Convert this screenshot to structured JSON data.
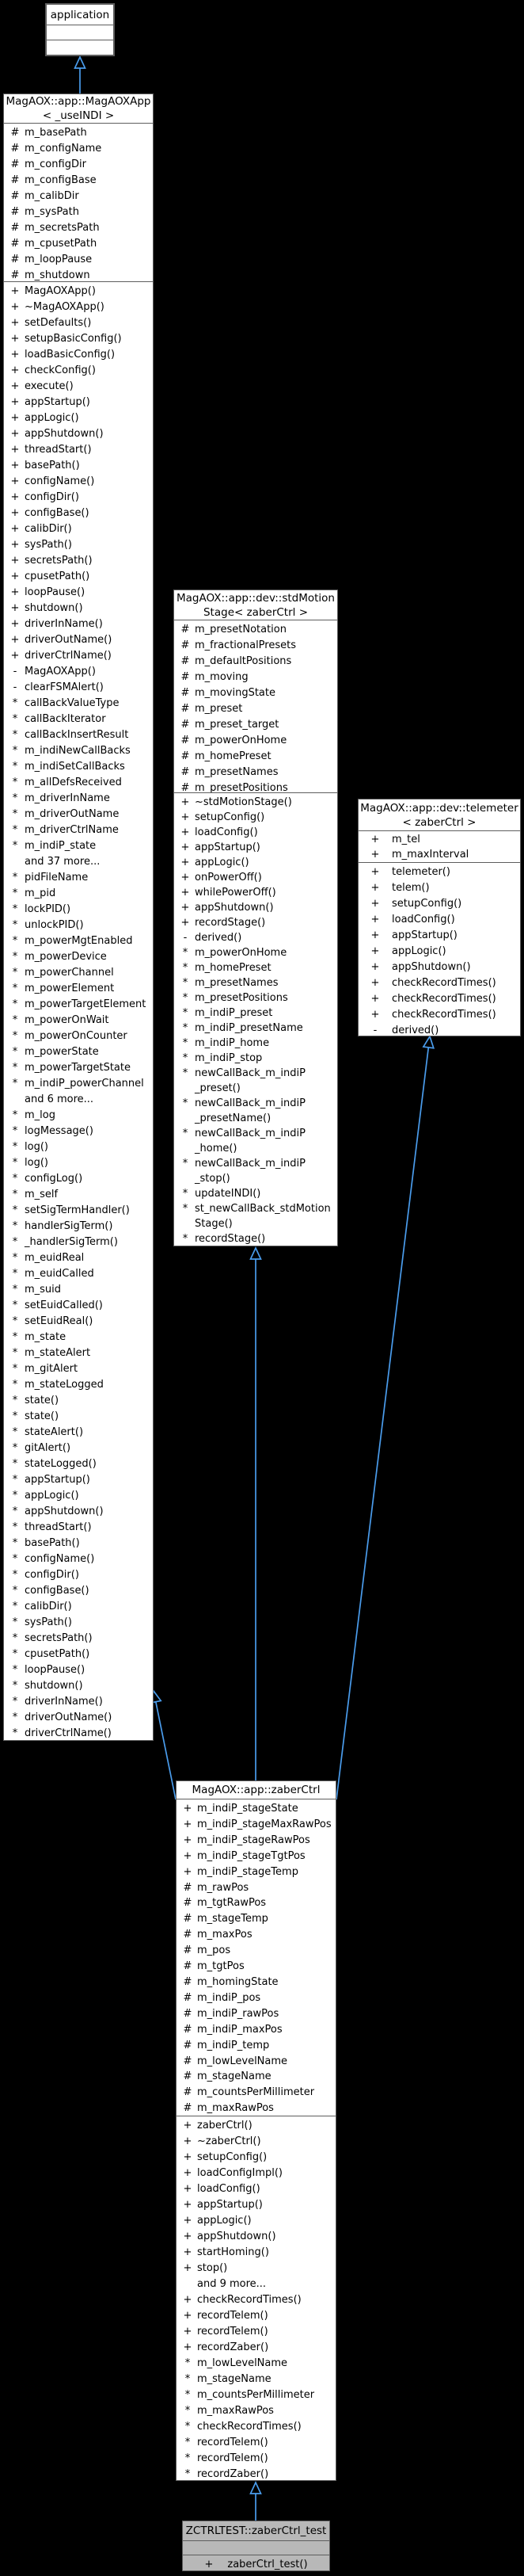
{
  "diagram": {
    "type": "uml-class-inheritance-graph",
    "colors": {
      "background": "#000000",
      "node_fill": "#ffffff",
      "node_border": "#5e5e5e",
      "gray_node_fill": "#b8b8b8",
      "arrow": "#4a9cec",
      "text": "#000000"
    },
    "edges": [
      {
        "from": "MagAOX::app::MagAOXApp< _useINDI >",
        "to": "application",
        "relation": "inherits"
      },
      {
        "from": "MagAOX::app::zaberCtrl",
        "to": "MagAOX::app::MagAOXApp< _useINDI >",
        "relation": "inherits"
      },
      {
        "from": "MagAOX::app::zaberCtrl",
        "to": "MagAOX::app::dev::stdMotionStage< zaberCtrl >",
        "relation": "inherits"
      },
      {
        "from": "MagAOX::app::zaberCtrl",
        "to": "MagAOX::app::dev::telemeter< zaberCtrl >",
        "relation": "inherits"
      },
      {
        "from": "ZCTRLTEST::zaberCtrl_test",
        "to": "MagAOX::app::zaberCtrl",
        "relation": "inherits"
      }
    ]
  },
  "classes": {
    "application": {
      "title_lines": [
        "application"
      ],
      "attributes": [],
      "methods": []
    },
    "magaoxapp": {
      "title_lines": [
        "MagAOX::app::MagAOXApp",
        "< _useINDI >"
      ],
      "attributes": [
        {
          "m": "#",
          "t": "m_basePath"
        },
        {
          "m": "#",
          "t": "m_configName"
        },
        {
          "m": "#",
          "t": "m_configDir"
        },
        {
          "m": "#",
          "t": "m_configBase"
        },
        {
          "m": "#",
          "t": "m_calibDir"
        },
        {
          "m": "#",
          "t": "m_sysPath"
        },
        {
          "m": "#",
          "t": "m_secretsPath"
        },
        {
          "m": "#",
          "t": "m_cpusetPath"
        },
        {
          "m": "#",
          "t": "m_loopPause"
        },
        {
          "m": "#",
          "t": "m_shutdown"
        }
      ],
      "methods": [
        {
          "m": "+",
          "t": "MagAOXApp()"
        },
        {
          "m": "+",
          "t": "~MagAOXApp()"
        },
        {
          "m": "+",
          "t": "setDefaults()"
        },
        {
          "m": "+",
          "t": "setupBasicConfig()"
        },
        {
          "m": "+",
          "t": "loadBasicConfig()"
        },
        {
          "m": "+",
          "t": "checkConfig()"
        },
        {
          "m": "+",
          "t": "execute()"
        },
        {
          "m": "+",
          "t": "appStartup()"
        },
        {
          "m": "+",
          "t": "appLogic()"
        },
        {
          "m": "+",
          "t": "appShutdown()"
        },
        {
          "m": "+",
          "t": "threadStart()"
        },
        {
          "m": "+",
          "t": "basePath()"
        },
        {
          "m": "+",
          "t": "configName()"
        },
        {
          "m": "+",
          "t": "configDir()"
        },
        {
          "m": "+",
          "t": "configBase()"
        },
        {
          "m": "+",
          "t": "calibDir()"
        },
        {
          "m": "+",
          "t": "sysPath()"
        },
        {
          "m": "+",
          "t": "secretsPath()"
        },
        {
          "m": "+",
          "t": "cpusetPath()"
        },
        {
          "m": "+",
          "t": "loopPause()"
        },
        {
          "m": "+",
          "t": "shutdown()"
        },
        {
          "m": "+",
          "t": "driverInName()"
        },
        {
          "m": "+",
          "t": "driverOutName()"
        },
        {
          "m": "+",
          "t": "driverCtrlName()"
        },
        {
          "m": "-",
          "t": "MagAOXApp()"
        },
        {
          "m": "-",
          "t": "clearFSMAlert()"
        },
        {
          "m": "*",
          "t": "callBackValueType"
        },
        {
          "m": "*",
          "t": "callBackIterator"
        },
        {
          "m": "*",
          "t": "callBackInsertResult"
        },
        {
          "m": "*",
          "t": "m_indiNewCallBacks"
        },
        {
          "m": "*",
          "t": "m_indiSetCallBacks"
        },
        {
          "m": "*",
          "t": "m_allDefsReceived"
        },
        {
          "m": "*",
          "t": "m_driverInName"
        },
        {
          "m": "*",
          "t": "m_driverOutName"
        },
        {
          "m": "*",
          "t": "m_driverCtrlName"
        },
        {
          "m": "*",
          "t": "m_indiP_state"
        },
        {
          "m": "",
          "t": "and 37 more..."
        },
        {
          "m": "*",
          "t": "pidFileName"
        },
        {
          "m": "*",
          "t": "m_pid"
        },
        {
          "m": "*",
          "t": "lockPID()"
        },
        {
          "m": "*",
          "t": "unlockPID()"
        },
        {
          "m": "*",
          "t": "m_powerMgtEnabled"
        },
        {
          "m": "*",
          "t": "m_powerDevice"
        },
        {
          "m": "*",
          "t": "m_powerChannel"
        },
        {
          "m": "*",
          "t": "m_powerElement"
        },
        {
          "m": "*",
          "t": "m_powerTargetElement"
        },
        {
          "m": "*",
          "t": "m_powerOnWait"
        },
        {
          "m": "*",
          "t": "m_powerOnCounter"
        },
        {
          "m": "*",
          "t": "m_powerState"
        },
        {
          "m": "*",
          "t": "m_powerTargetState"
        },
        {
          "m": "*",
          "t": "m_indiP_powerChannel"
        },
        {
          "m": "",
          "t": "and 6 more..."
        },
        {
          "m": "*",
          "t": "m_log"
        },
        {
          "m": "*",
          "t": "logMessage()"
        },
        {
          "m": "*",
          "t": "log()"
        },
        {
          "m": "*",
          "t": "log()"
        },
        {
          "m": "*",
          "t": "configLog()"
        },
        {
          "m": "*",
          "t": "m_self"
        },
        {
          "m": "*",
          "t": "setSigTermHandler()"
        },
        {
          "m": "*",
          "t": "handlerSigTerm()"
        },
        {
          "m": "*",
          "t": "_handlerSigTerm()"
        },
        {
          "m": "*",
          "t": "m_euidReal"
        },
        {
          "m": "*",
          "t": "m_euidCalled"
        },
        {
          "m": "*",
          "t": "m_suid"
        },
        {
          "m": "*",
          "t": "setEuidCalled()"
        },
        {
          "m": "*",
          "t": "setEuidReal()"
        },
        {
          "m": "*",
          "t": "m_state"
        },
        {
          "m": "*",
          "t": "m_stateAlert"
        },
        {
          "m": "*",
          "t": "m_gitAlert"
        },
        {
          "m": "*",
          "t": "m_stateLogged"
        },
        {
          "m": "*",
          "t": "state()"
        },
        {
          "m": "*",
          "t": "state()"
        },
        {
          "m": "*",
          "t": "stateAlert()"
        },
        {
          "m": "*",
          "t": "gitAlert()"
        },
        {
          "m": "*",
          "t": "stateLogged()"
        },
        {
          "m": "*",
          "t": "appStartup()"
        },
        {
          "m": "*",
          "t": "appLogic()"
        },
        {
          "m": "*",
          "t": "appShutdown()"
        },
        {
          "m": "*",
          "t": "threadStart()"
        },
        {
          "m": "*",
          "t": "basePath()"
        },
        {
          "m": "*",
          "t": "configName()"
        },
        {
          "m": "*",
          "t": "configDir()"
        },
        {
          "m": "*",
          "t": "configBase()"
        },
        {
          "m": "*",
          "t": "calibDir()"
        },
        {
          "m": "*",
          "t": "sysPath()"
        },
        {
          "m": "*",
          "t": "secretsPath()"
        },
        {
          "m": "*",
          "t": "cpusetPath()"
        },
        {
          "m": "*",
          "t": "loopPause()"
        },
        {
          "m": "*",
          "t": "shutdown()"
        },
        {
          "m": "*",
          "t": "driverInName()"
        },
        {
          "m": "*",
          "t": "driverOutName()"
        },
        {
          "m": "*",
          "t": "driverCtrlName()"
        }
      ]
    },
    "stdmotionstage": {
      "title_lines": [
        "MagAOX::app::dev::stdMotion",
        "Stage< zaberCtrl >"
      ],
      "attributes": [
        {
          "m": "#",
          "t": "m_presetNotation"
        },
        {
          "m": "#",
          "t": "m_fractionalPresets"
        },
        {
          "m": "#",
          "t": "m_defaultPositions"
        },
        {
          "m": "#",
          "t": "m_moving"
        },
        {
          "m": "#",
          "t": "m_movingState"
        },
        {
          "m": "#",
          "t": "m_preset"
        },
        {
          "m": "#",
          "t": "m_preset_target"
        },
        {
          "m": "#",
          "t": "m_powerOnHome"
        },
        {
          "m": "#",
          "t": "m_homePreset"
        },
        {
          "m": "#",
          "t": "m_presetNames"
        },
        {
          "m": "#",
          "t": "m_presetPositions"
        }
      ],
      "methods": [
        {
          "m": "+",
          "t": "~stdMotionStage()"
        },
        {
          "m": "+",
          "t": "setupConfig()"
        },
        {
          "m": "+",
          "t": "loadConfig()"
        },
        {
          "m": "+",
          "t": "appStartup()"
        },
        {
          "m": "+",
          "t": "appLogic()"
        },
        {
          "m": "+",
          "t": "onPowerOff()"
        },
        {
          "m": "+",
          "t": "whilePowerOff()"
        },
        {
          "m": "+",
          "t": "appShutdown()"
        },
        {
          "m": "+",
          "t": "recordStage()"
        },
        {
          "m": "-",
          "t": "derived()"
        },
        {
          "m": "*",
          "t": "m_powerOnHome"
        },
        {
          "m": "*",
          "t": "m_homePreset"
        },
        {
          "m": "*",
          "t": "m_presetNames"
        },
        {
          "m": "*",
          "t": "m_presetPositions"
        },
        {
          "m": "*",
          "t": "m_indiP_preset"
        },
        {
          "m": "*",
          "t": "m_indiP_presetName"
        },
        {
          "m": "*",
          "t": "m_indiP_home"
        },
        {
          "m": "*",
          "t": "m_indiP_stop"
        },
        {
          "m": "*",
          "t": "newCallBack_m_indiP"
        },
        {
          "m": "",
          "t": "_preset()"
        },
        {
          "m": "*",
          "t": "newCallBack_m_indiP"
        },
        {
          "m": "",
          "t": "_presetName()"
        },
        {
          "m": "*",
          "t": "newCallBack_m_indiP"
        },
        {
          "m": "",
          "t": "_home()"
        },
        {
          "m": "*",
          "t": "newCallBack_m_indiP"
        },
        {
          "m": "",
          "t": "_stop()"
        },
        {
          "m": "*",
          "t": "updateINDI()"
        },
        {
          "m": "*",
          "t": "st_newCallBack_stdMotion"
        },
        {
          "m": "",
          "t": "Stage()"
        },
        {
          "m": "*",
          "t": "recordStage()"
        }
      ]
    },
    "telemeter": {
      "title_lines": [
        "MagAOX::app::dev::telemeter",
        "< zaberCtrl >"
      ],
      "attributes": [
        {
          "m": "+",
          "t": "m_tel"
        },
        {
          "m": "+",
          "t": "m_maxInterval"
        }
      ],
      "methods": [
        {
          "m": "+",
          "t": "telemeter()"
        },
        {
          "m": "+",
          "t": "telem()"
        },
        {
          "m": "+",
          "t": "setupConfig()"
        },
        {
          "m": "+",
          "t": "loadConfig()"
        },
        {
          "m": "+",
          "t": "appStartup()"
        },
        {
          "m": "+",
          "t": "appLogic()"
        },
        {
          "m": "+",
          "t": "appShutdown()"
        },
        {
          "m": "+",
          "t": "checkRecordTimes()"
        },
        {
          "m": "+",
          "t": "checkRecordTimes()"
        },
        {
          "m": "+",
          "t": "checkRecordTimes()"
        },
        {
          "m": "-",
          "t": "derived()"
        }
      ]
    },
    "zaberctrl": {
      "title_lines": [
        "MagAOX::app::zaberCtrl"
      ],
      "attributes": [
        {
          "m": "+",
          "t": "m_indiP_stageState"
        },
        {
          "m": "+",
          "t": "m_indiP_stageMaxRawPos"
        },
        {
          "m": "+",
          "t": "m_indiP_stageRawPos"
        },
        {
          "m": "+",
          "t": "m_indiP_stageTgtPos"
        },
        {
          "m": "+",
          "t": "m_indiP_stageTemp"
        },
        {
          "m": "#",
          "t": "m_rawPos"
        },
        {
          "m": "#",
          "t": "m_tgtRawPos"
        },
        {
          "m": "#",
          "t": "m_stageTemp"
        },
        {
          "m": "#",
          "t": "m_maxPos"
        },
        {
          "m": "#",
          "t": "m_pos"
        },
        {
          "m": "#",
          "t": "m_tgtPos"
        },
        {
          "m": "#",
          "t": "m_homingState"
        },
        {
          "m": "#",
          "t": "m_indiP_pos"
        },
        {
          "m": "#",
          "t": "m_indiP_rawPos"
        },
        {
          "m": "#",
          "t": "m_indiP_maxPos"
        },
        {
          "m": "#",
          "t": "m_indiP_temp"
        },
        {
          "m": "#",
          "t": "m_lowLevelName"
        },
        {
          "m": "#",
          "t": "m_stageName"
        },
        {
          "m": "#",
          "t": "m_countsPerMillimeter"
        },
        {
          "m": "#",
          "t": "m_maxRawPos"
        }
      ],
      "methods": [
        {
          "m": "+",
          "t": "zaberCtrl()"
        },
        {
          "m": "+",
          "t": "~zaberCtrl()"
        },
        {
          "m": "+",
          "t": "setupConfig()"
        },
        {
          "m": "+",
          "t": "loadConfigImpl()"
        },
        {
          "m": "+",
          "t": "loadConfig()"
        },
        {
          "m": "+",
          "t": "appStartup()"
        },
        {
          "m": "+",
          "t": "appLogic()"
        },
        {
          "m": "+",
          "t": "appShutdown()"
        },
        {
          "m": "+",
          "t": "startHoming()"
        },
        {
          "m": "+",
          "t": "stop()"
        },
        {
          "m": "",
          "t": "and 9 more..."
        },
        {
          "m": "+",
          "t": "checkRecordTimes()"
        },
        {
          "m": "+",
          "t": "recordTelem()"
        },
        {
          "m": "+",
          "t": "recordTelem()"
        },
        {
          "m": "+",
          "t": "recordZaber()"
        },
        {
          "m": "*",
          "t": "m_lowLevelName"
        },
        {
          "m": "*",
          "t": "m_stageName"
        },
        {
          "m": "*",
          "t": "m_countsPerMillimeter"
        },
        {
          "m": "*",
          "t": "m_maxRawPos"
        },
        {
          "m": "*",
          "t": "checkRecordTimes()"
        },
        {
          "m": "*",
          "t": "recordTelem()"
        },
        {
          "m": "*",
          "t": "recordTelem()"
        },
        {
          "m": "*",
          "t": "recordZaber()"
        }
      ]
    },
    "test": {
      "title_lines": [
        "ZCTRLTEST::zaberCtrl_test"
      ],
      "attributes": [],
      "methods": [
        {
          "m": "+",
          "t": "zaberCtrl_test()"
        }
      ]
    }
  }
}
